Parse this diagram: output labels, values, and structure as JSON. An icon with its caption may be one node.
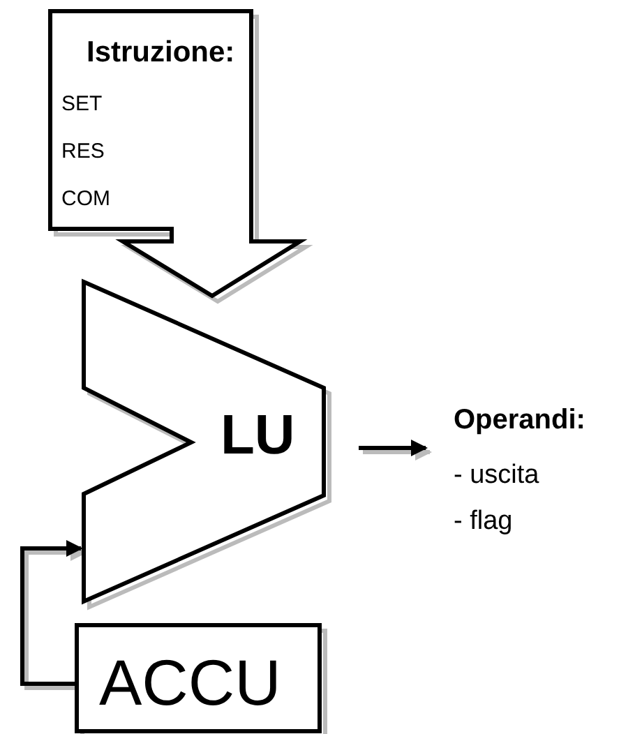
{
  "diagram": {
    "nodes": [
      {
        "text": [
          "Istruzione:",
          "SET",
          "RES",
          "COM"
        ]
      },
      {
        "text": [
          "LU"
        ]
      },
      {
        "text": [
          "Operandi:",
          "- uscita",
          "- flag"
        ]
      },
      {
        "text": [
          "ACCU"
        ]
      }
    ],
    "edges": [
      {
        "from": 1,
        "to": 2,
        "arrow": "to"
      },
      {
        "from": 3,
        "to": 1,
        "arrow": "to"
      }
    ]
  }
}
